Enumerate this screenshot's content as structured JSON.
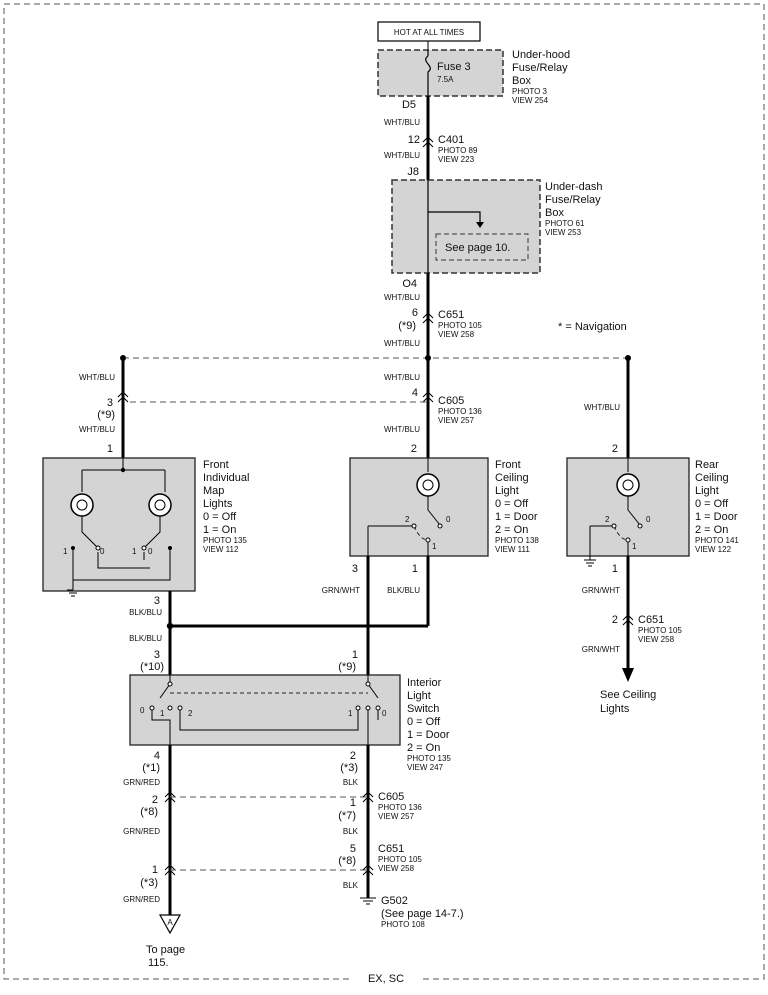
{
  "hot_label": "HOT AT ALL TIMES",
  "footer": "EX, SC",
  "navigation_note": "* = Navigation",
  "fuse": {
    "name": "Fuse 3",
    "rating": "7.5A",
    "box": [
      "Under-hood",
      "Fuse/Relay",
      "Box"
    ],
    "photo": "PHOTO 3",
    "view": "VIEW 254"
  },
  "underdash": {
    "box": [
      "Under-dash",
      "Fuse/Relay",
      "Box"
    ],
    "photo": "PHOTO 61",
    "view": "VIEW 253",
    "see": "See page 10."
  },
  "terminals": {
    "d5": "D5",
    "j8": "J8",
    "o4": "O4"
  },
  "c401": {
    "name": "C401",
    "pin": "12",
    "photo": "PHOTO 89",
    "view": "VIEW 223"
  },
  "c651_top": {
    "name": "C651",
    "pin": "6",
    "note": "(*9)",
    "photo": "PHOTO 105",
    "view": "VIEW 258"
  },
  "c605_mid": {
    "name": "C605",
    "pin": "4",
    "photo": "PHOTO 136",
    "view": "VIEW 257"
  },
  "c651_rear": {
    "name": "C651",
    "pin": "2",
    "photo": "PHOTO 105",
    "view": "VIEW 258"
  },
  "c605_bot": {
    "name": "C605",
    "photo": "PHOTO 136",
    "view": "VIEW 257"
  },
  "c651_bot": {
    "name": "C651",
    "photo": "PHOTO 105",
    "view": "VIEW 258"
  },
  "g502": {
    "name": "G502",
    "see": "(See page 14-7.)",
    "photo": "PHOTO 108"
  },
  "colors": {
    "wht_blu": "WHT/BLU",
    "grn_wht": "GRN/WHT",
    "blk_blu": "BLK/BLU",
    "grn_red": "GRN/RED",
    "blk": "BLK"
  },
  "map_lights": {
    "label": [
      "Front",
      "Individual",
      "Map",
      "Lights"
    ],
    "states": [
      "0 = Off",
      "1 = On"
    ],
    "photo": "PHOTO 135",
    "view": "VIEW 112"
  },
  "front_ceiling": {
    "label": [
      "Front",
      "Ceiling",
      "Light"
    ],
    "states": [
      "0 = Off",
      "1 = Door",
      "2 = On"
    ],
    "photo": "PHOTO 138",
    "view": "VIEW 111"
  },
  "rear_ceiling": {
    "label": [
      "Rear",
      "Ceiling",
      "Light"
    ],
    "states": [
      "0 = Off",
      "1 = Door",
      "2 = On"
    ],
    "photo": "PHOTO 141",
    "view": "VIEW 122"
  },
  "interior_switch": {
    "label": [
      "Interior",
      "Light",
      "Switch"
    ],
    "states": [
      "0 = Off",
      "1 = Door",
      "2 = On"
    ],
    "photo": "PHOTO 135",
    "view": "VIEW 247"
  },
  "see_ceiling": [
    "See Ceiling",
    "Lights"
  ],
  "to_page": [
    "To page",
    "115."
  ],
  "connector_a": "A",
  "pins": {
    "map_3": "3",
    "map_9": "(*9)",
    "map_1": "1",
    "map_out": "3",
    "fc_2": "2",
    "fc_3": "3",
    "fc_1": "1",
    "rc_2": "2",
    "rc_1": "1",
    "sw_3": "3",
    "sw_10": "(*10)",
    "sw_1": "1",
    "sw_9": "(*9)",
    "sw_4": "4",
    "sw_n1": "(*1)",
    "sw_2": "2",
    "sw_n3": "(*3)",
    "l_2": "2",
    "l_n8": "(*8)",
    "l_1": "1",
    "l_n3": "(*3)",
    "r_1": "1",
    "r_n7": "(*7)",
    "r_5": "5",
    "r_n8": "(*8)"
  },
  "switch_marks": {
    "zero": "0",
    "one": "1",
    "two": "2"
  }
}
